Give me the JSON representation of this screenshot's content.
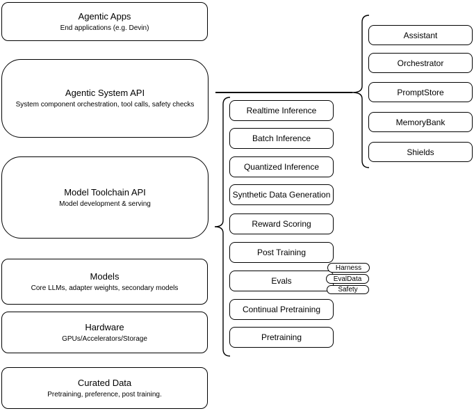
{
  "diagram": {
    "left_column": [
      {
        "title": "Agentic Apps",
        "subtitle": "End applications (e.g. Devin)"
      },
      {
        "title": "Agentic System API",
        "subtitle": "System component orchestration, tool calls, safety checks"
      },
      {
        "title": "Model Toolchain API",
        "subtitle": "Model development & serving"
      },
      {
        "title": "Models",
        "subtitle": "Core LLMs, adapter weights, secondary models"
      },
      {
        "title": "Hardware",
        "subtitle": "GPUs/Accelerators/Storage"
      },
      {
        "title": "Curated Data",
        "subtitle": "Pretraining, preference, post training."
      }
    ],
    "toolchain_items": [
      "Realtime Inference",
      "Batch Inference",
      "Quantized Inference",
      "Synthetic Data Generation",
      "Reward Scoring",
      "Post Training",
      "Evals",
      "Continual Pretraining",
      "Pretraining"
    ],
    "evals_badges": [
      "Harness",
      "EvalData",
      "Safety"
    ],
    "system_components": [
      "Assistant",
      "Orchestrator",
      "PromptStore",
      "MemoryBank",
      "Shields"
    ],
    "colors": {
      "border": "#000000",
      "background": "#ffffff",
      "text": "#000000"
    }
  }
}
